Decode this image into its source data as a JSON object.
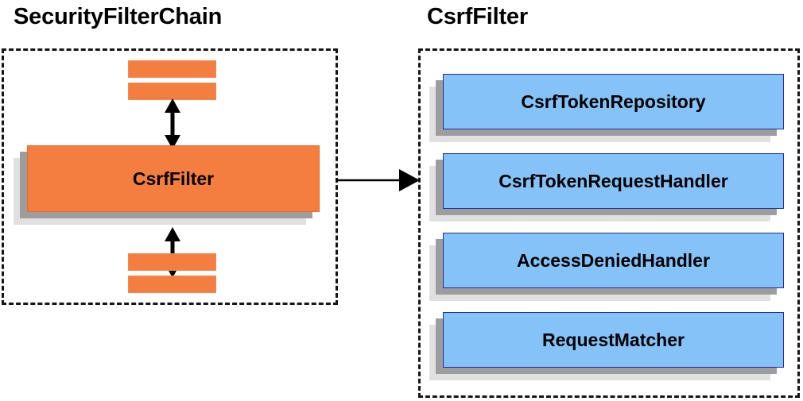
{
  "diagram": {
    "title_left": "SecurityFilterChain",
    "title_right": "CsrfFilter",
    "colors": {
      "filter_fill": "#f47e3f",
      "collaborator_fill": "#85c2f8",
      "collaborator_border": "#1f2f9e",
      "shadow_mid": "#9d9d9d",
      "shadow_back": "#e0e0e0",
      "outline": "#151515"
    }
  },
  "left_panel": {
    "group_label": "SecurityFilterChain",
    "filters_above": [
      {
        "name": "filter-bar-above-1"
      },
      {
        "name": "filter-bar-above-2"
      }
    ],
    "focus_node": {
      "label": "CsrfFilter"
    },
    "filters_below": [
      {
        "name": "filter-bar-below-1"
      },
      {
        "name": "filter-bar-below-2"
      }
    ],
    "connectors": [
      {
        "name": "double-arrow-above",
        "style": "double-headed-vertical"
      },
      {
        "name": "double-arrow-below",
        "style": "double-headed-vertical"
      }
    ]
  },
  "right_panel": {
    "group_label": "CsrfFilter",
    "collaborators": [
      {
        "label": "CsrfTokenRepository"
      },
      {
        "label": "CsrfTokenRequestHandler"
      },
      {
        "label": "AccessDeniedHandler"
      },
      {
        "label": "RequestMatcher"
      }
    ]
  },
  "link": {
    "name": "expands-into-arrow",
    "style": "single-headed-horizontal"
  }
}
